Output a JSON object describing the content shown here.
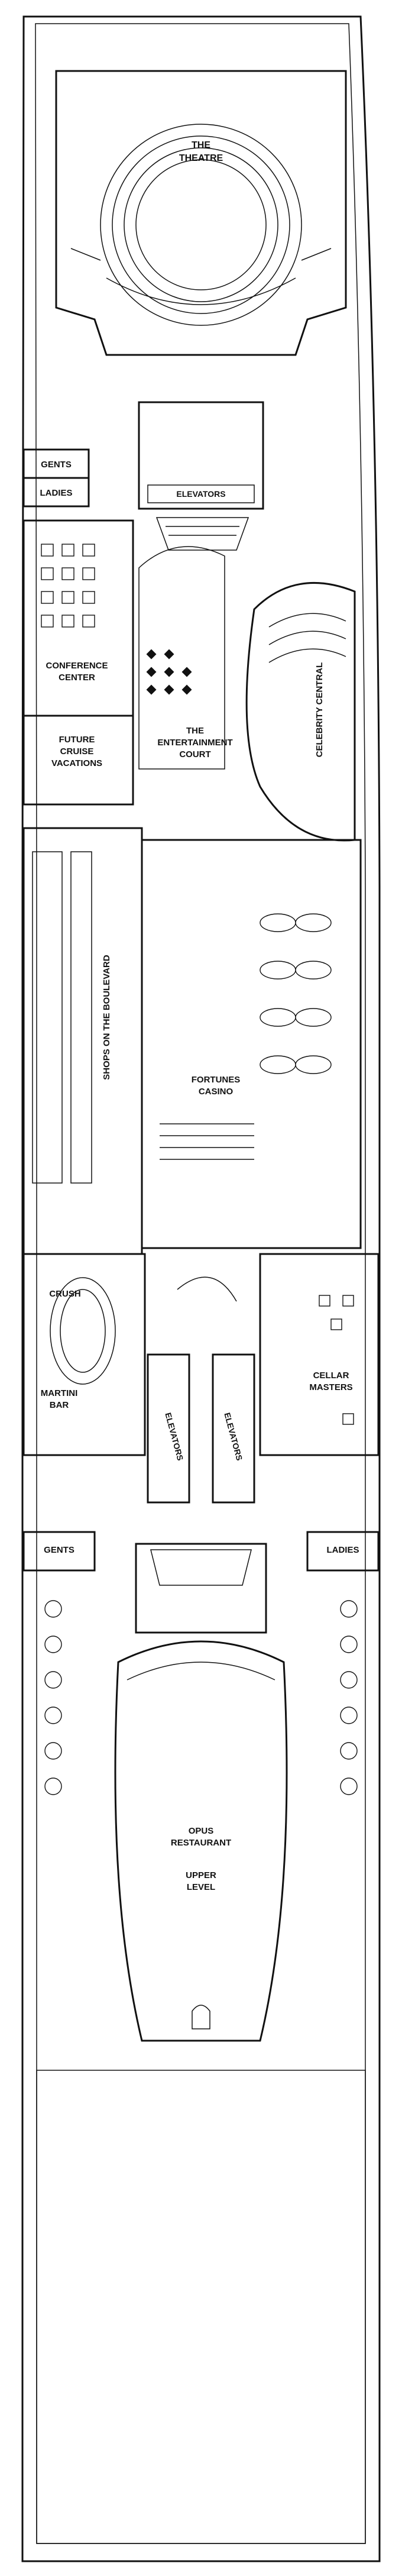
{
  "deck": {
    "labels": {
      "theatre": [
        "THE",
        "THEATRE"
      ],
      "gents_upper": "GENTS",
      "ladies_upper": "LADIES",
      "elevators_upper": "ELEVATORS",
      "conference_center": [
        "CONFERENCE",
        "CENTER"
      ],
      "future_cruise_vacations": [
        "FUTURE",
        "CRUISE",
        "VACATIONS"
      ],
      "entertainment_court": [
        "THE",
        "ENTERTAINMENT",
        "COURT"
      ],
      "celebrity_central": "CELEBRITY CENTRAL",
      "shops_on_the_boulevard": "SHOPS ON THE BOULEVARD",
      "fortunes_casino": [
        "FORTUNES",
        "CASINO"
      ],
      "crush": "CRUSH",
      "martini_bar": [
        "MARTINI",
        "BAR"
      ],
      "cellar_masters": [
        "CELLAR",
        "MASTERS"
      ],
      "elevators_left": "ELEVATORS",
      "elevators_right": "ELEVATORS",
      "gents_lower": "GENTS",
      "ladies_lower": "LADIES",
      "opus_restaurant": [
        "OPUS",
        "RESTAURANT"
      ],
      "upper_level": [
        "UPPER",
        "LEVEL"
      ]
    },
    "colors": {
      "ink": "#111111",
      "paper": "#ffffff"
    }
  }
}
